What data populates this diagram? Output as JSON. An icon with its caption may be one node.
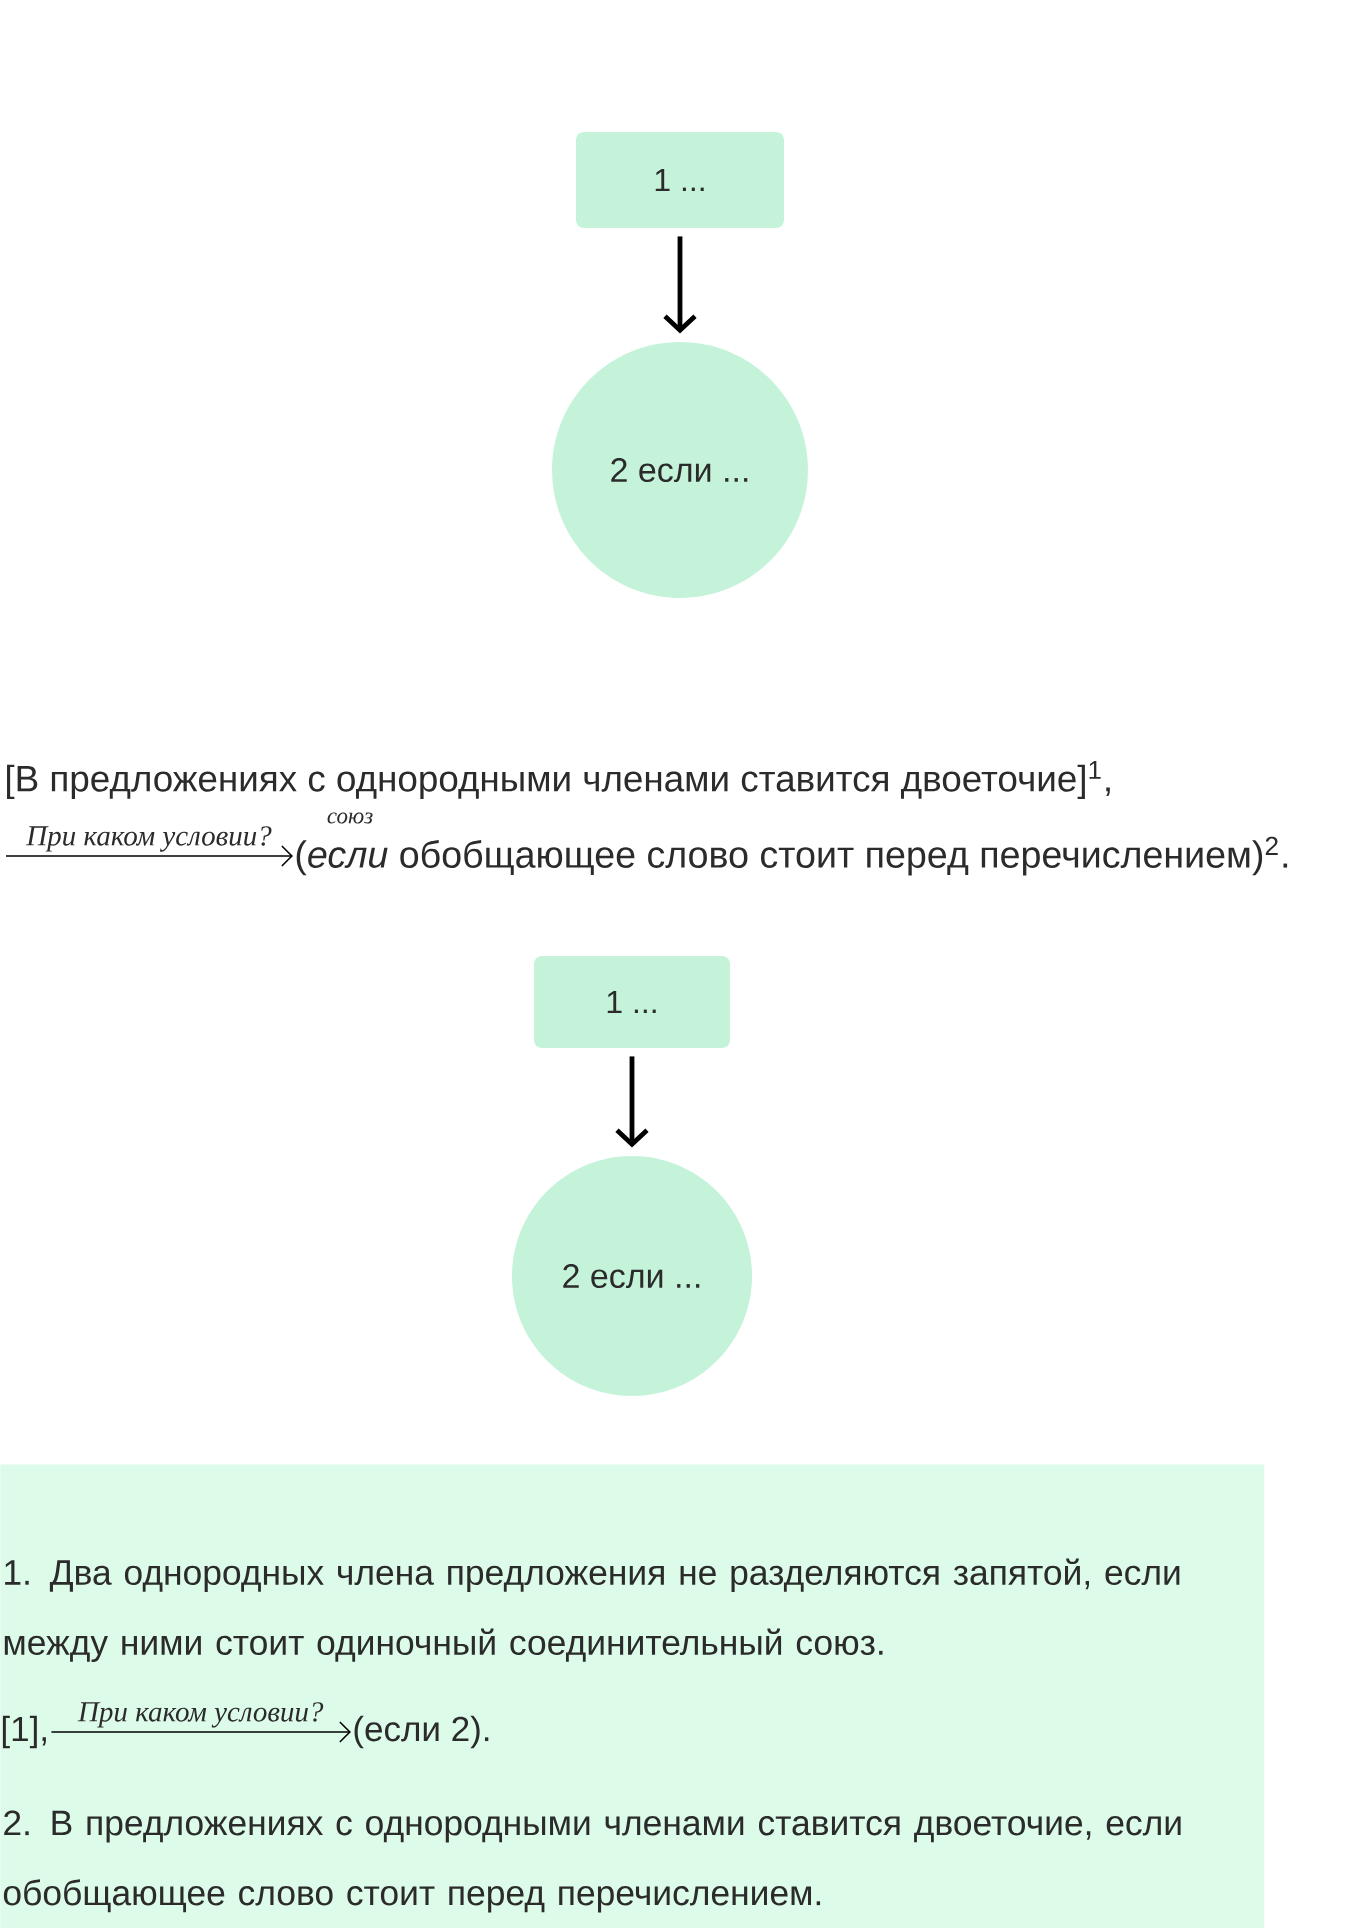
{
  "diagram": {
    "nodes": [
      {
        "text": [
          "1 ..."
        ]
      },
      {
        "text": [
          "2 если ..."
        ]
      },
      {
        "text": [
          "[В предложениях с однородными членами ставится двоеточие]$^{1}$,"
        ]
      },
      {
        "text": [
          "(*если* обобщающее слово стоит перед перечислением)$^{2}$."
        ]
      },
      {
        "text": [
          "1 ..."
        ]
      },
      {
        "text": [
          "2 если ..."
        ]
      },
      {
        "text": [
          "1. Два однородных члена предложения не разделяются запятой, если между ними стоит одиночный соединительный союз.",
          "2. В предложениях с однородными членами ставится двоеточие, если обобщающее слово стоит перед перечислением."
        ]
      },
      {
        "text": [
          "[1],"
        ],
        "in": 6
      },
      {
        "text": [
          "(если 2)."
        ],
        "in": 6
      }
    ],
    "edges": [
      {
        "from": 0,
        "to": 1,
        "arrow": "to",
        "style": "thick"
      },
      {
        "from": null,
        "to": 3,
        "arrow": "to",
        "label": "При каком условии?"
      },
      {
        "from": 4,
        "to": 5,
        "arrow": "to",
        "style": "thick"
      },
      {
        "from": 7,
        "to": 8,
        "arrow": "to",
        "label": "При каком условии?"
      }
    ],
    "labels": [
      "союз"
    ]
  }
}
